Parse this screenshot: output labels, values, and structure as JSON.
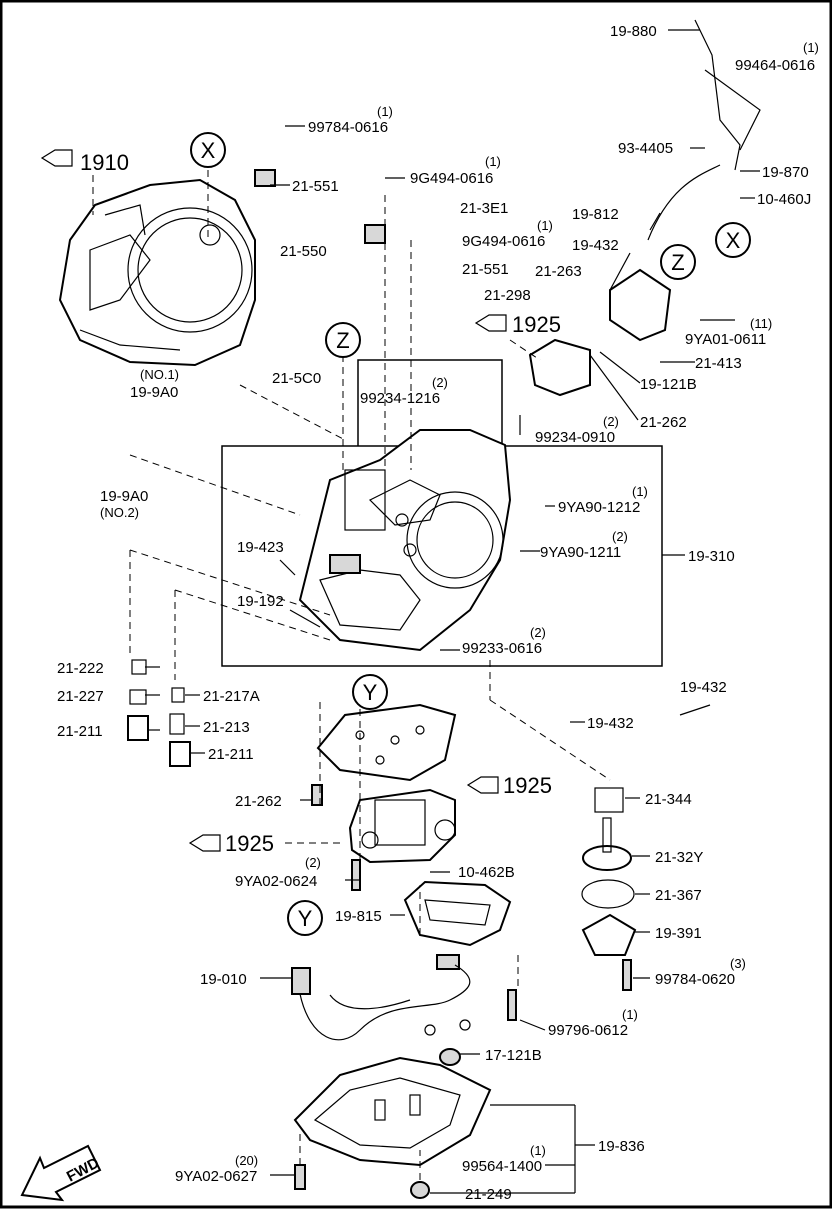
{
  "labels": {
    "l19_880": "19-880",
    "l99464_0616": "99464-0616",
    "q99464": "(1)",
    "l99784_0616": "99784-0616",
    "q99784a": "(1)",
    "l93_4405": "93-4405",
    "l19_870": "19-870",
    "l10_460j": "10-460J",
    "l21_551a": "21-551",
    "l9g494_0616a": "9G494-0616",
    "q9g494a": "(1)",
    "l21_3e1": "21-3E1",
    "l9g494_0616b": "9G494-0616",
    "q9g494b": "(1)",
    "l21_550": "21-550",
    "l21_551b": "21-551",
    "l21_298": "21-298",
    "l19_812": "19-812",
    "l19_432a": "19-432",
    "l21_263": "21-263",
    "l9ya01_0611": "9YA01-0611",
    "q9ya01": "(11)",
    "l21_413": "21-413",
    "l19_121b": "19-121B",
    "l21_262a": "21-262",
    "l99234_0910": "99234-0910",
    "q99234b": "(2)",
    "l21_5c0": "21-5C0",
    "no1": "(NO.1)",
    "l19_9a0a": "19-9A0",
    "l99234_1216": "99234-1216",
    "q99234a": "(2)",
    "l19_9a0b": "19-9A0",
    "no2": "(NO.2)",
    "l9ya90_1212": "9YA90-1212",
    "q9ya90a": "(1)",
    "l9ya90_1211": "9YA90-1211",
    "q9ya90b": "(2)",
    "l19_310": "19-310",
    "l19_423": "19-423",
    "l19_192": "19-192",
    "l99233_0616": "99233-0616",
    "q99233": "(2)",
    "l21_222": "21-222",
    "l21_227": "21-227",
    "l21_217a": "21-217A",
    "l21_211a": "21-211",
    "l21_213": "21-213",
    "l21_211b": "21-211",
    "l19_432b": "19-432",
    "l19_432c": "19-432",
    "l21_262b": "21-262",
    "l21_344": "21-344",
    "l21_32y": "21-32Y",
    "l10_462b": "10-462B",
    "l9ya02_0624": "9YA02-0624",
    "q9ya02a": "(2)",
    "l21_367": "21-367",
    "l19_815": "19-815",
    "l19_391": "19-391",
    "l19_010": "19-010",
    "l99784_0620": "99784-0620",
    "q99784b": "(3)",
    "l99796_0612": "99796-0612",
    "q99796": "(1)",
    "l17_121b": "17-121B",
    "l19_836": "19-836",
    "l99564_1400": "99564-1400",
    "q99564": "(1)",
    "l9ya02_0627": "9YA02-0627",
    "q9ya02b": "(20)",
    "l21_249": "21-249"
  },
  "refs": {
    "r1910": "1910",
    "r1925a": "1925",
    "r1925b": "1925",
    "r1925c": "1925"
  },
  "circles": {
    "x1": "X",
    "x2": "X",
    "z1": "Z",
    "z2": "Z",
    "y1": "Y",
    "y2": "Y"
  },
  "fwd": "FWD"
}
